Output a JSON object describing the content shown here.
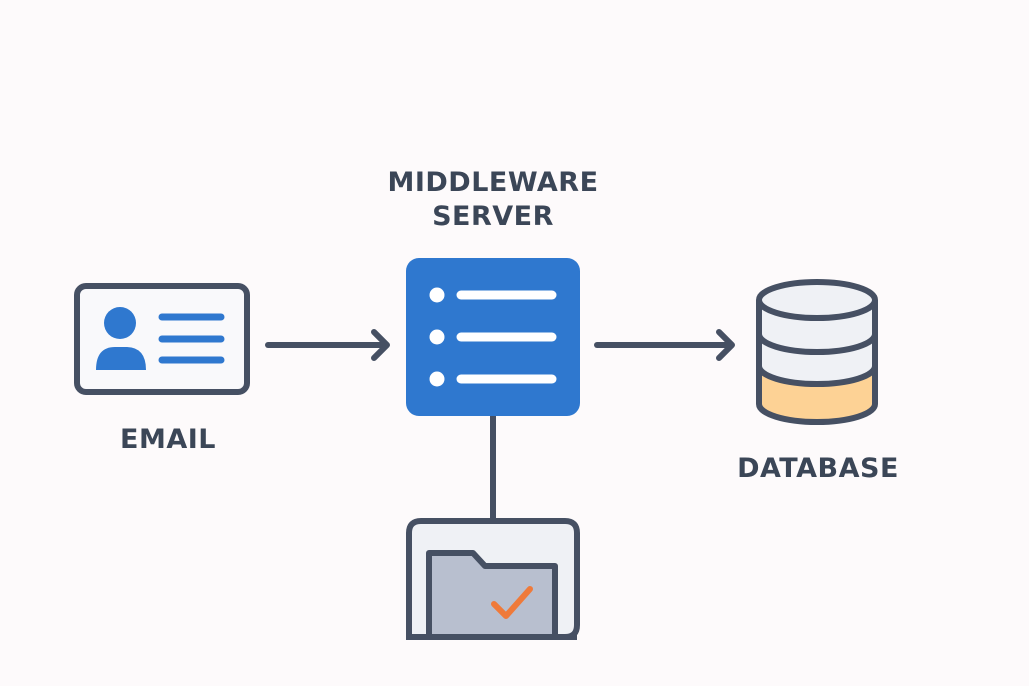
{
  "diagram": {
    "title": "Email to Database via Middleware Server",
    "nodes": {
      "email": {
        "label": "EMAIL",
        "icon": "contact-card-icon"
      },
      "middleware": {
        "label_line1": "MIDDLEWARE",
        "label_line2": "SERVER",
        "icon": "server-list-icon"
      },
      "database": {
        "label": "DATABASE",
        "icon": "database-cylinder-icon"
      },
      "storage": {
        "label": "",
        "icon": "folder-check-icon"
      }
    },
    "edges": [
      {
        "from": "email",
        "to": "middleware",
        "type": "arrow"
      },
      {
        "from": "middleware",
        "to": "database",
        "type": "arrow"
      },
      {
        "from": "middleware",
        "to": "storage",
        "type": "line"
      }
    ],
    "colors": {
      "background": "#fdfafb",
      "stroke": "#465063",
      "text": "#3b4657",
      "accent_blue": "#2f78cf",
      "card_fill": "#f9f9fb",
      "cylinder_fill": "#eff1f5",
      "cylinder_accent": "#fdd295",
      "folder_fill": "#b8bfcf",
      "folder_box_fill": "#eff1f5",
      "check": "#ef7a3a"
    }
  }
}
